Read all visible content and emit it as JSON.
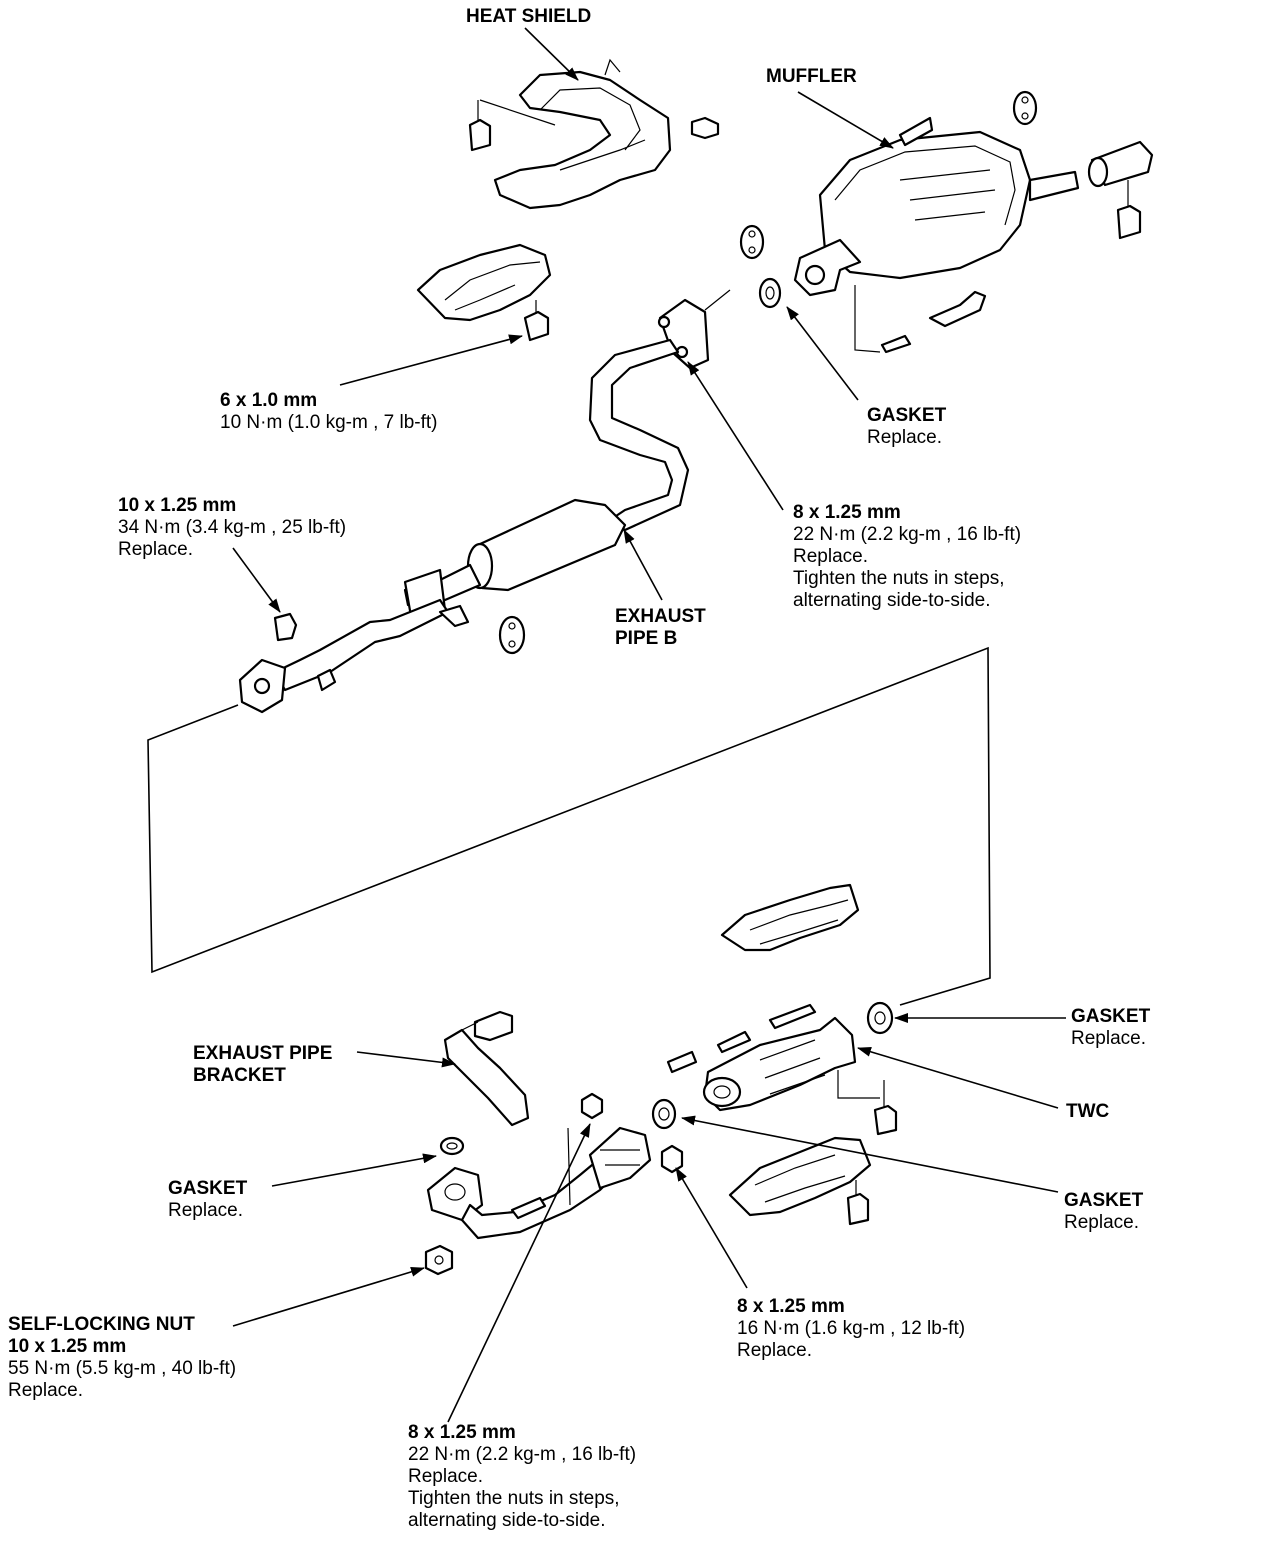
{
  "labels": {
    "heat_shield": {
      "title": "HEAT SHIELD"
    },
    "muffler": {
      "title": "MUFFLER"
    },
    "bolt_6x10": {
      "title": "6 x 1.0 mm",
      "desc": [
        "10  N·m (1.0  kg-m , 7  lb-ft)"
      ]
    },
    "gasket_top": {
      "title": "GASKET",
      "desc": [
        "Replace."
      ]
    },
    "bolt_10x125_top": {
      "title": "10 x 1.25 mm",
      "desc": [
        "34  N·m (3.4  kg-m , 25  lb-ft)",
        "Replace."
      ]
    },
    "bolt_8x125_top": {
      "title": "8 x 1.25 mm",
      "desc": [
        "22  N·m (2.2  kg-m , 16  lb-ft)",
        "Replace.",
        "Tighten the nuts in steps,",
        "alternating side-to-side."
      ]
    },
    "exhaust_pipe_b": {
      "title": [
        "EXHAUST",
        "PIPE B"
      ]
    },
    "gasket_right": {
      "title": "GASKET",
      "desc": [
        "Replace."
      ]
    },
    "exhaust_pipe_bracket": {
      "title": [
        "EXHAUST PIPE",
        "BRACKET"
      ]
    },
    "twc": {
      "title": "TWC"
    },
    "gasket_left": {
      "title": "GASKET",
      "desc": [
        "Replace."
      ]
    },
    "gasket_bottom_right": {
      "title": "GASKET",
      "desc": [
        "Replace."
      ]
    },
    "self_locking_nut": {
      "title": [
        "SELF-LOCKING NUT",
        "10 x 1.25 mm"
      ],
      "desc": [
        "55  N·m (5.5  kg-m , 40  lb-ft)",
        "Replace."
      ]
    },
    "bolt_8x125_mid": {
      "title": "8 x 1.25 mm",
      "desc": [
        "16  N·m (1.6  kg-m , 12  lb-ft)",
        "Replace."
      ]
    },
    "bolt_8x125_bottom": {
      "title": "8 x 1.25 mm",
      "desc": [
        "22  N·m (2.2  kg-m , 16  lb-ft)",
        "Replace.",
        "Tighten the nuts in steps,",
        "alternating side-to-side."
      ]
    }
  }
}
